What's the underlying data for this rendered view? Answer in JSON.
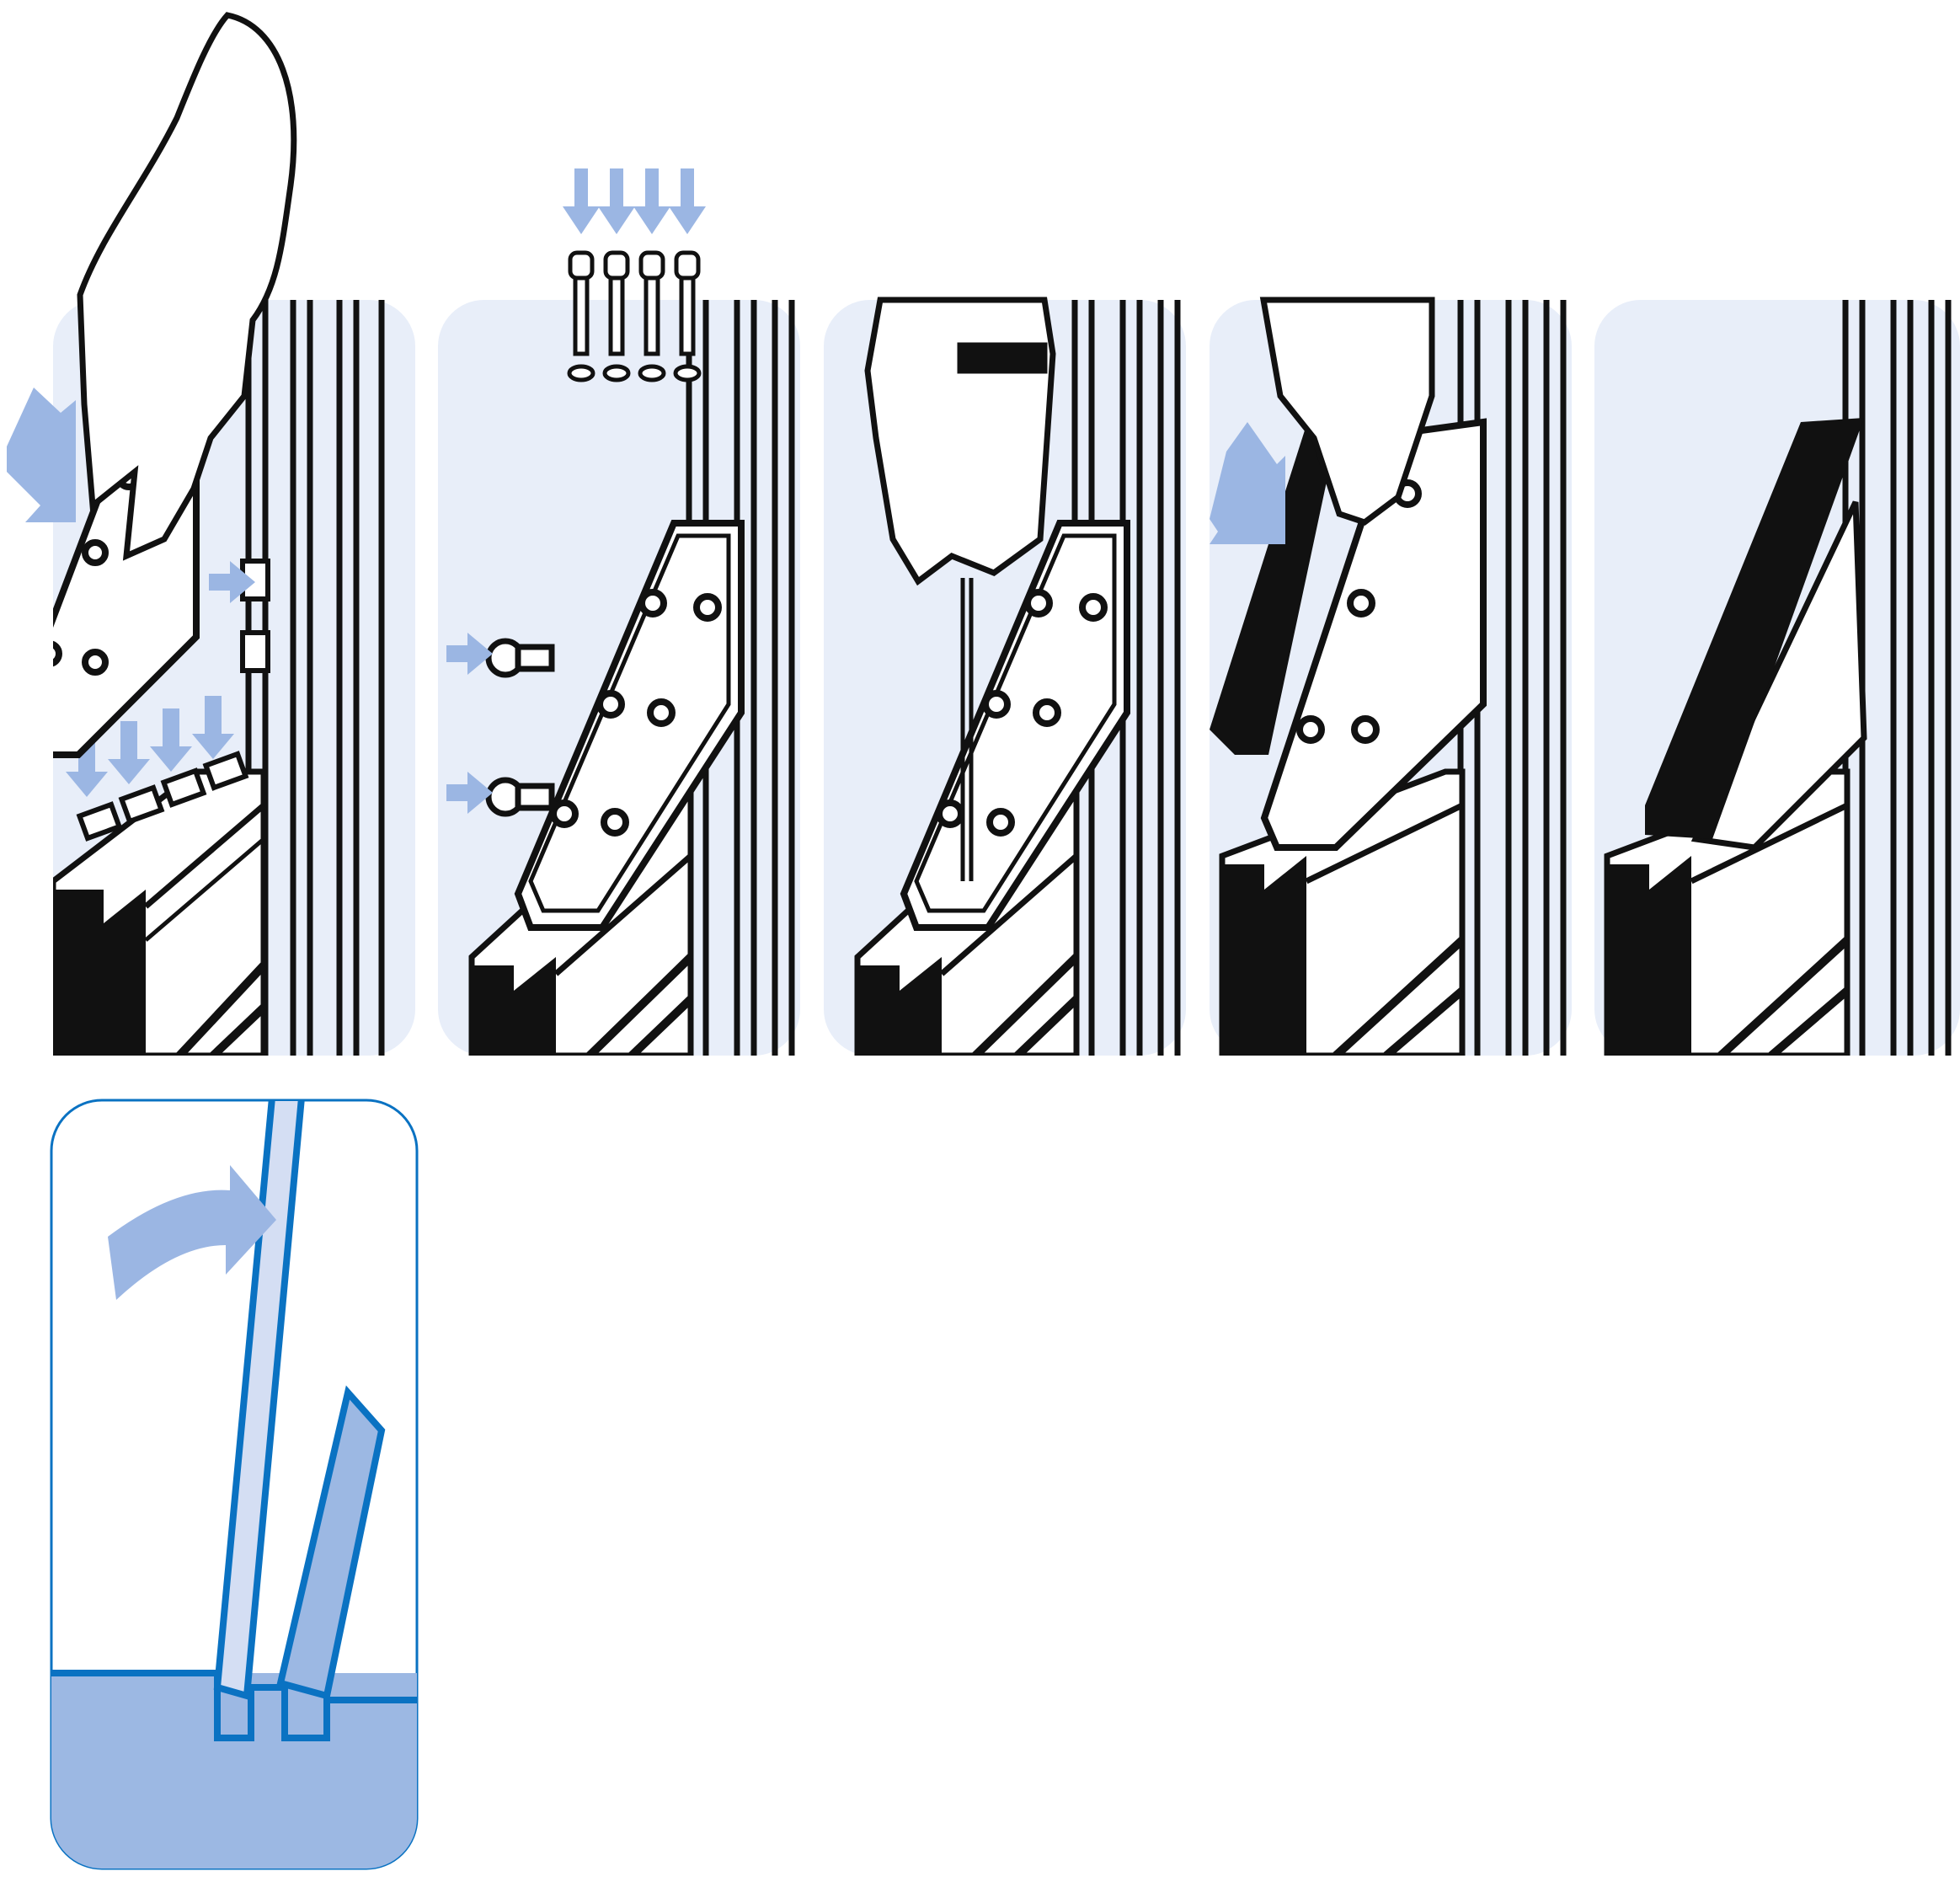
{
  "figure": {
    "kind": "assembly-instructions",
    "steps": [
      {
        "id": 1,
        "icon": "hand-placing-bracket-icon"
      },
      {
        "id": 2,
        "icon": "screws-and-washers-icon"
      },
      {
        "id": 3,
        "icon": "hex-key-tightening-icon"
      },
      {
        "id": 4,
        "icon": "cover-cap-placing-icon"
      },
      {
        "id": 5,
        "icon": "assembled-bracket-icon"
      }
    ],
    "detail": {
      "id": 6,
      "icon": "cross-section-detail-icon"
    }
  },
  "colors": {
    "panel_bg": "#e8eef9",
    "arrow": "#9bb6e3",
    "ink": "#111111",
    "detail_stroke": "#0a72c2",
    "detail_fill": "#9cb8e3",
    "detail_light": "#d4def3"
  }
}
